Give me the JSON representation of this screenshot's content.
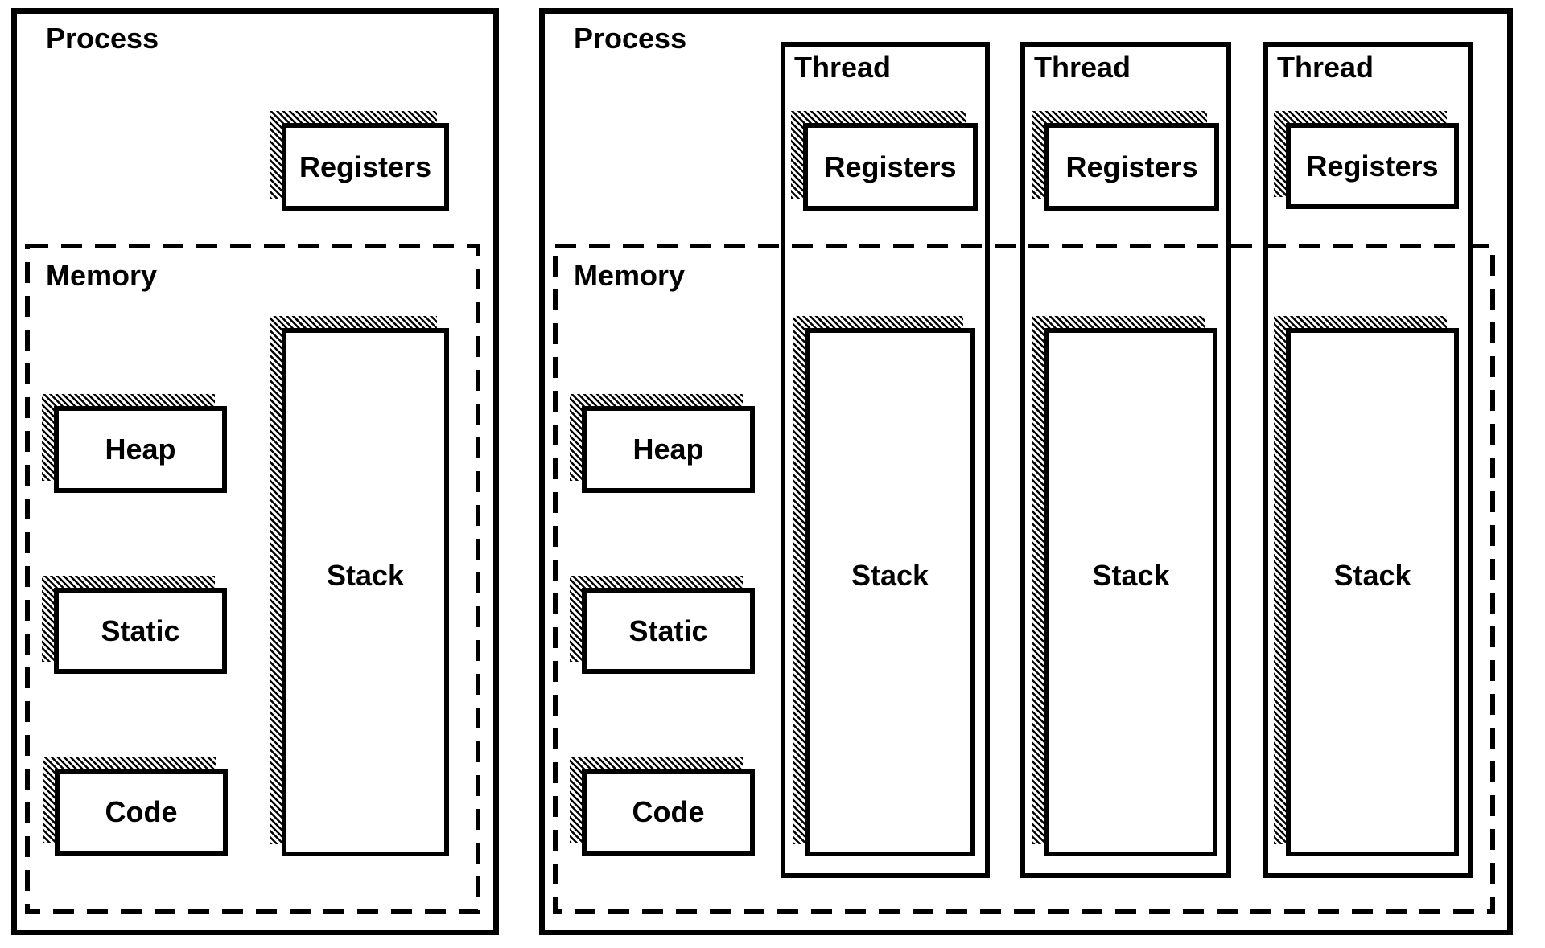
{
  "colors": {
    "line": "#000000",
    "background": "#ffffff"
  },
  "left_panel": {
    "title": "Process",
    "registers": "Registers",
    "memory": {
      "title": "Memory",
      "heap": "Heap",
      "static": "Static",
      "code": "Code",
      "stack": "Stack"
    }
  },
  "right_panel": {
    "title": "Process",
    "memory": {
      "title": "Memory",
      "heap": "Heap",
      "static": "Static",
      "code": "Code"
    },
    "threads": [
      {
        "title": "Thread",
        "registers": "Registers",
        "stack": "Stack"
      },
      {
        "title": "Thread",
        "registers": "Registers",
        "stack": "Stack"
      },
      {
        "title": "Thread",
        "registers": "Registers",
        "stack": "Stack"
      }
    ]
  }
}
